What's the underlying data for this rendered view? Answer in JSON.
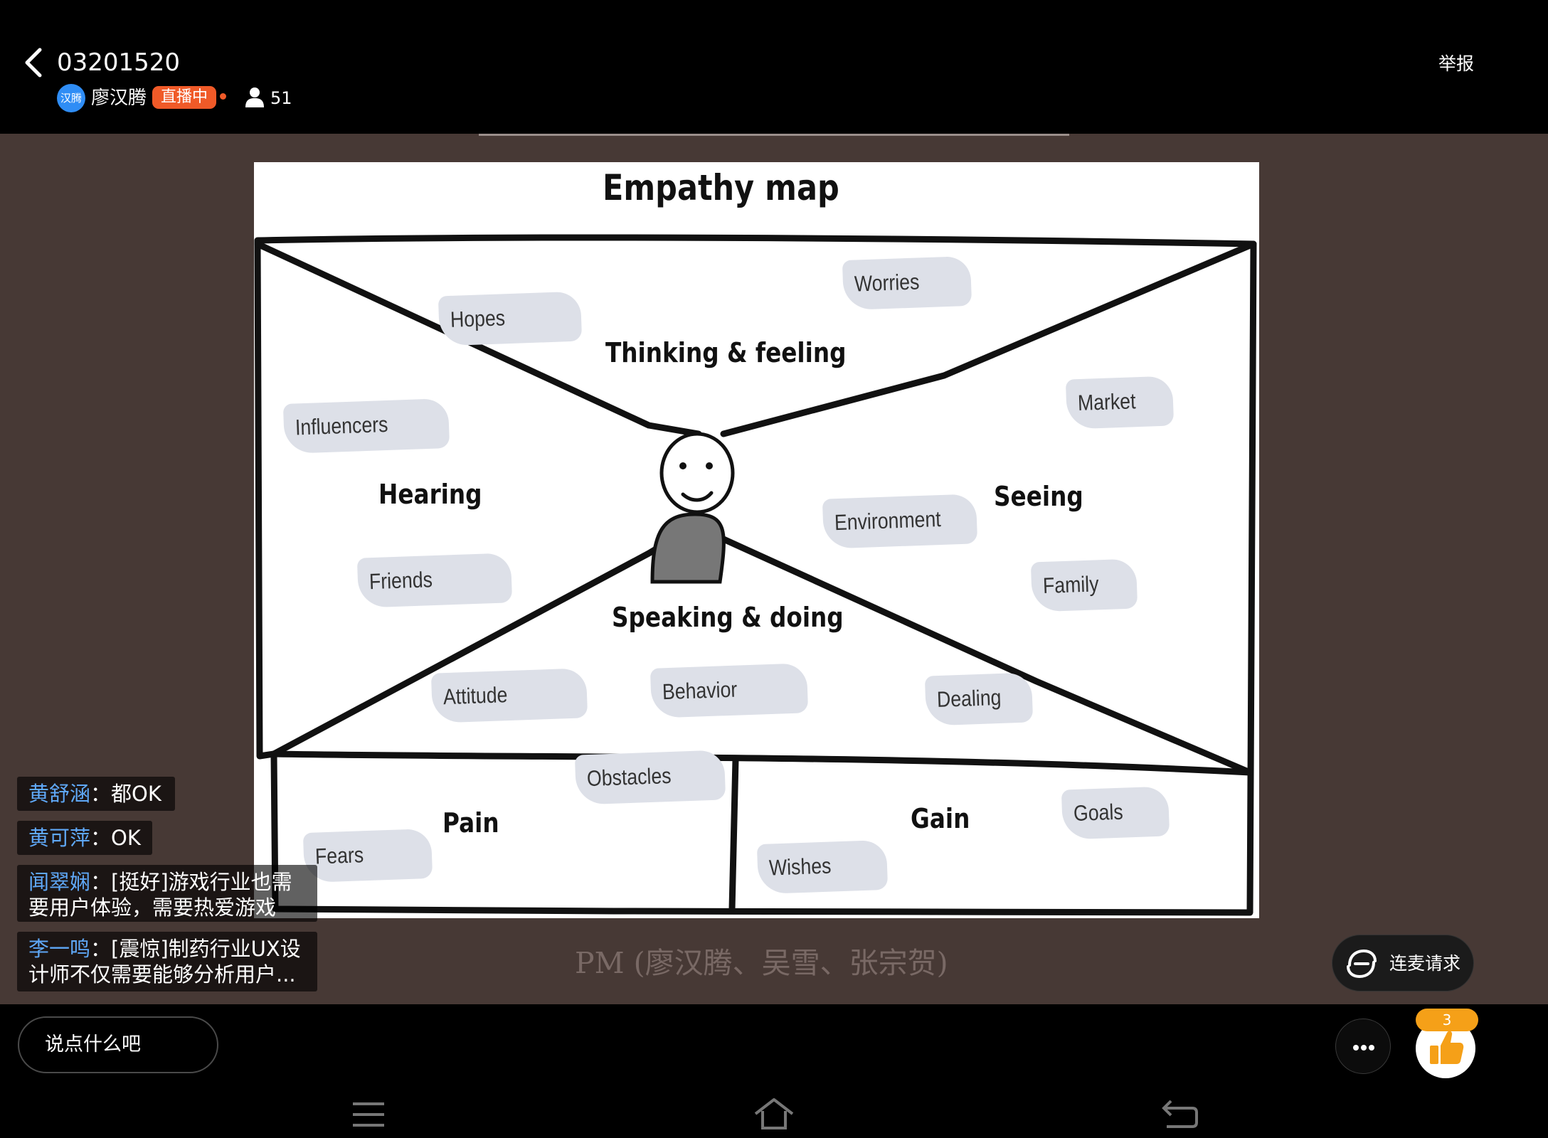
{
  "header": {
    "title": "03201520",
    "host_avatar_text": "汉腾",
    "host_name": "廖汉腾",
    "live_badge": "直播中",
    "viewer_count": "51",
    "report_label": "举报"
  },
  "slide": {
    "title": "Empathy map",
    "sections": {
      "thinking": "Thinking & feeling",
      "hearing": "Hearing",
      "seeing": "Seeing",
      "speaking": "Speaking & doing",
      "pain": "Pain",
      "gain": "Gain"
    },
    "notes": {
      "hopes": "Hopes",
      "worries": "Worries",
      "influencers": "Influencers",
      "market": "Market",
      "environment": "Environment",
      "friends": "Friends",
      "family": "Family",
      "attitude": "Attitude",
      "behavior": "Behavior",
      "dealing": "Dealing",
      "obstacles": "Obstacles",
      "fears": "Fears",
      "goals": "Goals",
      "wishes": "Wishes"
    },
    "caption": "PM (廖汉腾、吴雪、张宗贺)"
  },
  "chat": [
    {
      "user": "黄舒涵",
      "sep": "：",
      "text": "都OK"
    },
    {
      "user": "黄可萍",
      "sep": "：",
      "text": "OK"
    },
    {
      "user": "闻翠娴",
      "sep": "：",
      "text": "[挺好]游戏行业也需",
      "text2": "要用户体验，需要热爱游戏"
    },
    {
      "user": "李一鸣",
      "sep": "：",
      "text": "[震惊]制药行业UX设",
      "text2": "计师不仅需要能够分析用户..."
    }
  ],
  "connect_label": "连麦请求",
  "comment_placeholder": "说点什么吧",
  "like_count": "3",
  "icons": {
    "back": "chevron-left-icon",
    "viewer": "person-icon",
    "connect": "link-icon",
    "more": "more-icon",
    "like": "thumbs-up-icon"
  },
  "colors": {
    "live_badge": "#f05a28",
    "chat_username": "#5fa8f7",
    "like_badge": "#f5a018",
    "stage_background": "#473935"
  }
}
